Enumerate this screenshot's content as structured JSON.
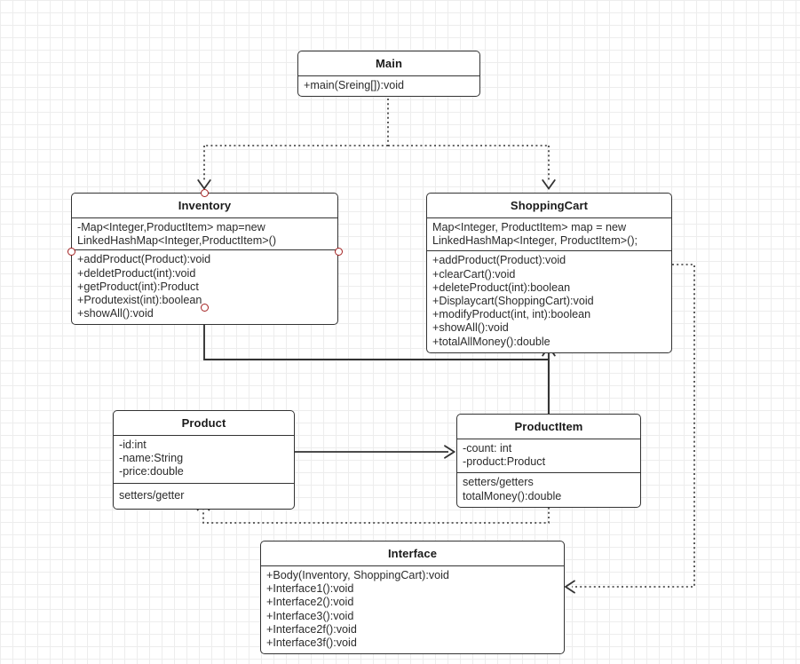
{
  "diagram": {
    "title": "UML Class Diagram",
    "background": "#ffffff",
    "grid_minor_color": "#ededed",
    "grid_major_color": "#d8d8d8",
    "line_color": "#333333",
    "connector_point_color": "#a32020"
  },
  "classes": {
    "main": {
      "name": "Main",
      "sections": [
        {
          "lines": [
            "+main(Sreing[]):void"
          ]
        }
      ]
    },
    "inventory": {
      "name": "Inventory",
      "sections": [
        {
          "lines": [
            "-Map<Integer,ProductItem> map=new LinkedHashMap<Integer,ProductItem>()"
          ]
        },
        {
          "lines": [
            "+addProduct(Product):void",
            "+deldetProduct(int):void",
            "+getProduct(int):Product",
            "+Produtexist(int):boolean",
            "+showAll():void"
          ]
        }
      ]
    },
    "shoppingcart": {
      "name": "ShoppingCart",
      "sections": [
        {
          "lines": [
            "Map<Integer, ProductItem> map = new LinkedHashMap<Integer, ProductItem>();"
          ]
        },
        {
          "lines": [
            "+addProduct(Product):void",
            "+clearCart():void",
            "+deleteProduct(int):boolean",
            "+Displaycart(ShoppingCart):void",
            "+modifyProduct(int, int):boolean",
            "+showAll():void",
            "+totalAllMoney():double"
          ]
        }
      ]
    },
    "product": {
      "name": "Product",
      "sections": [
        {
          "lines": [
            "-id:int",
            "-name:String",
            "-price:double"
          ]
        },
        {
          "lines": [
            "setters/getter"
          ]
        }
      ]
    },
    "productitem": {
      "name": "ProductItem",
      "sections": [
        {
          "lines": [
            "-count: int",
            "-product:Product"
          ]
        },
        {
          "lines": [
            "setters/getters",
            "totalMoney():double"
          ]
        }
      ]
    },
    "interface": {
      "name": "Interface",
      "sections": [
        {
          "lines": [
            "+Body(Inventory, ShoppingCart):void",
            "+Interface1():void",
            "+Interface2():void",
            "+Interface3():void",
            "+Interface2f():void",
            "+Interface3f():void"
          ]
        }
      ]
    }
  },
  "relationships": [
    {
      "name": "main-to-inventory",
      "type": "dependency",
      "style": "dotted",
      "from": "Main",
      "to": "Inventory",
      "arrow": "open"
    },
    {
      "name": "main-to-shoppingcart",
      "type": "dependency",
      "style": "dotted",
      "from": "Main",
      "to": "ShoppingCart",
      "arrow": "open"
    },
    {
      "name": "productitem-to-inventory",
      "type": "association",
      "style": "solid",
      "from": "ProductItem",
      "to": "Inventory",
      "arrow": "open"
    },
    {
      "name": "productitem-to-shoppingcart",
      "type": "association",
      "style": "solid",
      "from": "ProductItem",
      "to": "ShoppingCart",
      "arrow": "open"
    },
    {
      "name": "product-to-productitem",
      "type": "association",
      "style": "solid",
      "from": "Product",
      "to": "ProductItem",
      "arrow": "open"
    },
    {
      "name": "productitem-to-product",
      "type": "dependency",
      "style": "dotted",
      "from": "ProductItem",
      "to": "Product",
      "arrow": "open"
    },
    {
      "name": "shoppingcart-to-interface",
      "type": "dependency",
      "style": "dotted",
      "from": "ShoppingCart",
      "to": "Interface",
      "arrow": "open"
    }
  ]
}
